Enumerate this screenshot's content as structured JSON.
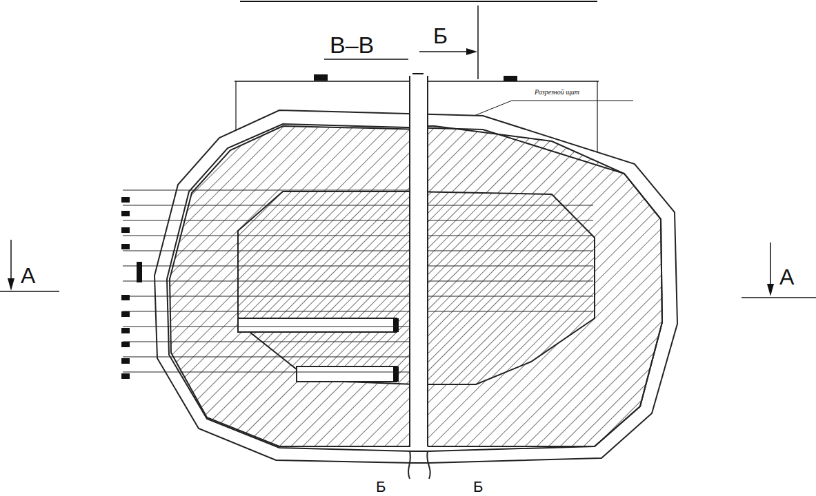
{
  "diagram": {
    "labels": [
      "В–В",
      "Б",
      "А",
      "А",
      "Разрезной щит",
      "Б",
      "Б"
    ]
  }
}
